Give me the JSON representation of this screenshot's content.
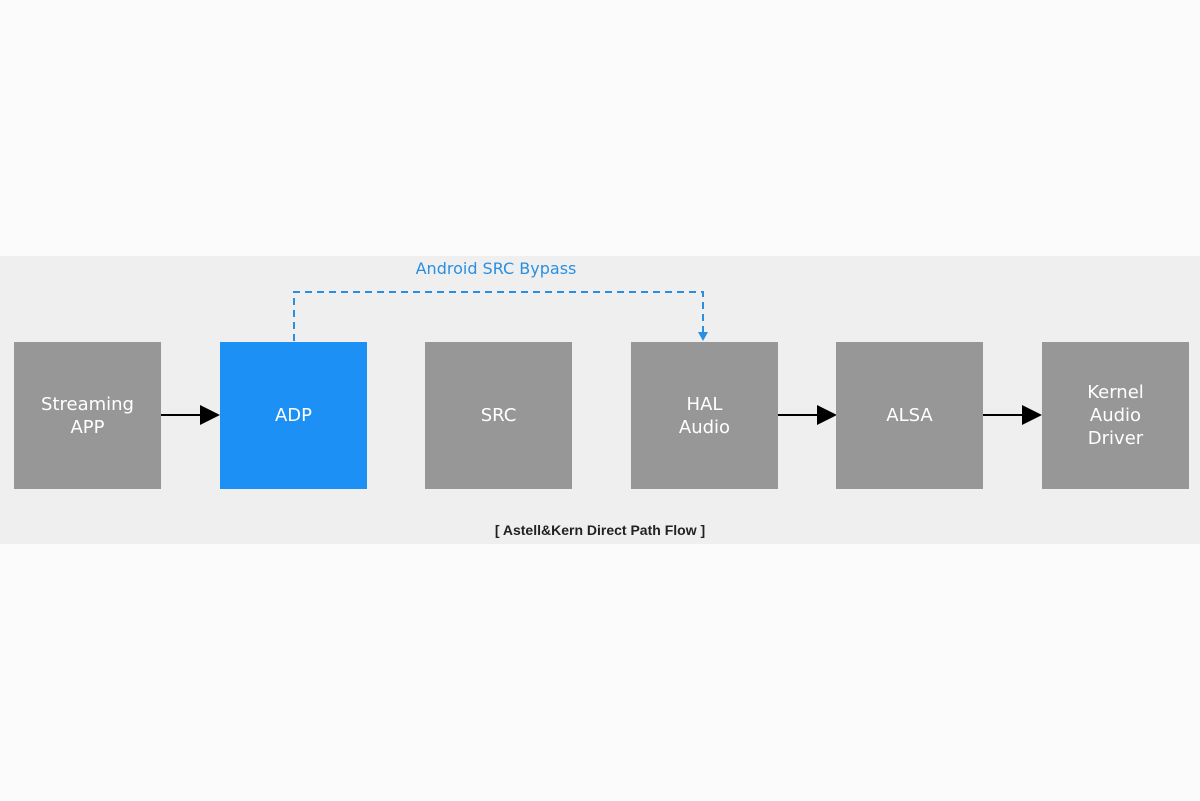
{
  "diagram": {
    "nodes": [
      {
        "id": "streaming-app",
        "label": "Streaming\nAPP",
        "highlight": false
      },
      {
        "id": "adp",
        "label": "ADP",
        "highlight": true
      },
      {
        "id": "src",
        "label": "SRC",
        "highlight": false
      },
      {
        "id": "hal-audio",
        "label": "HAL\nAudio",
        "highlight": false
      },
      {
        "id": "alsa",
        "label": "ALSA",
        "highlight": false
      },
      {
        "id": "kernel-audio-driver",
        "label": "Kernel\nAudio\nDriver",
        "highlight": false
      }
    ],
    "edges": [
      {
        "from": "streaming-app",
        "to": "adp",
        "style": "solid"
      },
      {
        "from": "hal-audio",
        "to": "alsa",
        "style": "solid"
      },
      {
        "from": "alsa",
        "to": "kernel-audio-driver",
        "style": "solid"
      },
      {
        "from": "adp",
        "to": "hal-audio",
        "style": "dashed",
        "label": "Android SRC Bypass"
      }
    ],
    "bypass_label": "Android SRC Bypass",
    "caption": "[ Astell&Kern Direct Path Flow ]",
    "colors": {
      "node": "#979797",
      "highlight": "#1c90f5",
      "bypass": "#2a8fe0",
      "panel": "#efefef"
    }
  }
}
